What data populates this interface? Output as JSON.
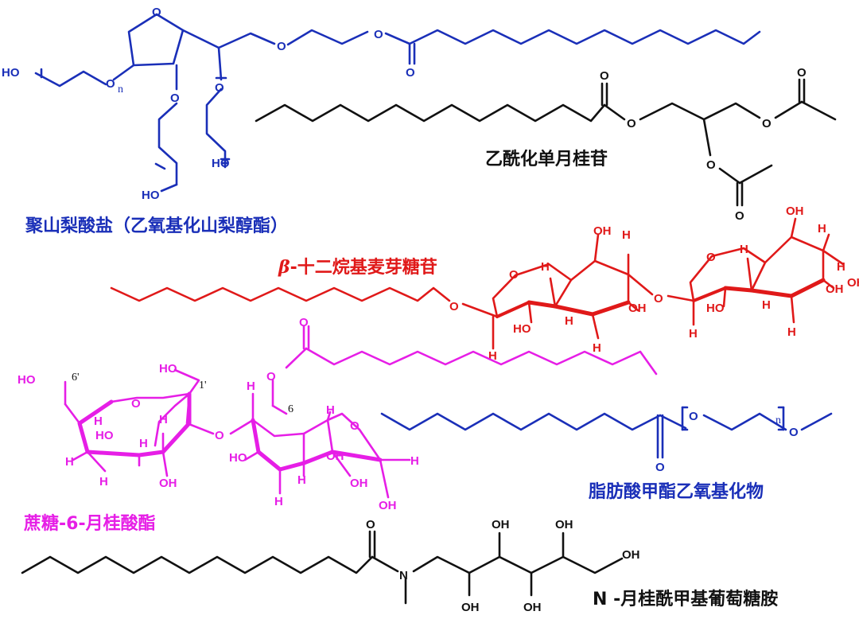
{
  "colors": {
    "blue": "#1a2fb8",
    "black": "#111111",
    "red": "#e01919",
    "magenta": "#e61ee6"
  },
  "captions": {
    "polysorbate": "聚山梨酸盐（乙氧基化山梨醇酯）",
    "acetylated_monolaurin": "乙酰化单月桂苷",
    "dodecyl_maltoside_greek": "β",
    "dodecyl_maltoside": "-十二烷基麦芽糖苷",
    "sucrose_laurate": "蔗糖-6-月桂酸酯",
    "fame_ethoxylate": "脂肪酸甲酯乙氧基化物",
    "lauroyl_glucamide": "N -月桂酰甲基葡萄糖胺"
  },
  "atoms": {
    "O": "O",
    "HO": "HO",
    "OH": "OH",
    "H": "H",
    "N": "N",
    "n": "n"
  },
  "sucrose_positions": {
    "p6p": "6'",
    "p1p": "1'",
    "p6": "6"
  }
}
